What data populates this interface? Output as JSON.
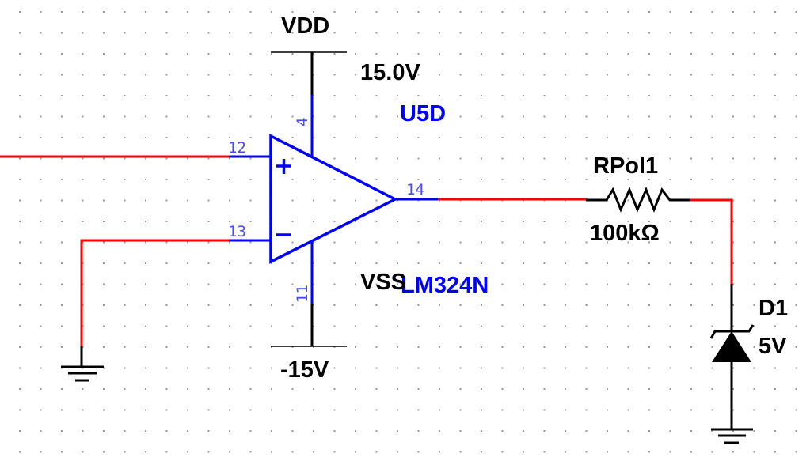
{
  "schematic": {
    "colors": {
      "wire": "#ff0000",
      "component": "#0000ff",
      "pin_label": "#4a4aff",
      "part": "#000000",
      "grid_dot": "#9a9a9a",
      "background": "#ffffff"
    },
    "opamp": {
      "refdes": "U5D",
      "model": "LM324N",
      "pins": {
        "noninverting": "12",
        "inverting": "13",
        "output": "14",
        "vplus": "4",
        "vminus": "11"
      },
      "plus_symbol": "+",
      "minus_symbol": "−"
    },
    "vdd": {
      "name": "VDD",
      "value": "15.0V"
    },
    "vss": {
      "name": "VSS",
      "value": "-15V"
    },
    "resistor": {
      "refdes": "RPol1",
      "value": "100kΩ"
    },
    "zener": {
      "refdes": "D1",
      "value": "5V"
    },
    "grounds": [
      "ground-inverting-input",
      "ground-zener-anode"
    ]
  }
}
